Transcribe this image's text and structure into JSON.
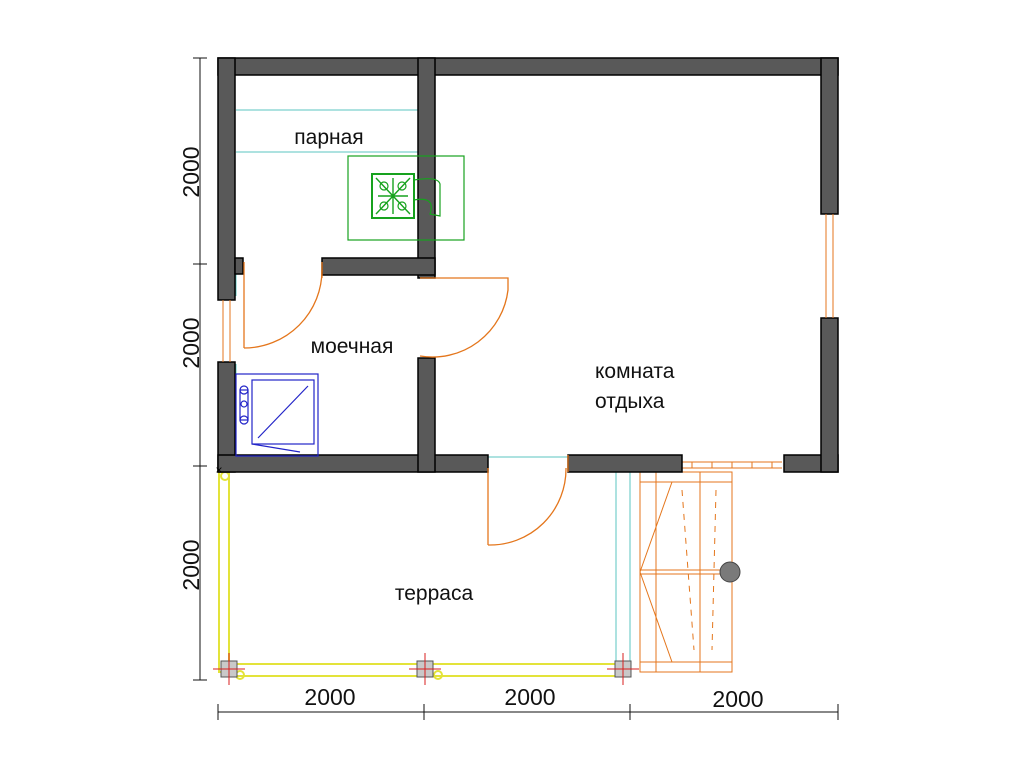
{
  "colors": {
    "wall": "#595959",
    "wall_stroke": "#000000",
    "door": "#e4761c",
    "stove": "#17a21e",
    "shower": "#2224c8",
    "guide": "#5bc6c0",
    "terrace_rail": "#e3e33a",
    "stairs": "#e4761c",
    "post": "#c9c9c9",
    "dimension": "#111111"
  },
  "rooms": {
    "steam_room": "парная",
    "washroom": "моечная",
    "rest_room_line1": "комната",
    "rest_room_line2": "отдыха",
    "terrace": "терраса"
  },
  "dimensions": {
    "bottom": [
      "2000",
      "2000",
      "2000"
    ],
    "left": [
      "2000",
      "2000",
      "2000"
    ]
  },
  "icons": {
    "stove": "sauna-stove-icon",
    "shower": "shower-cabin-icon",
    "post": "terrace-post-icon",
    "lamp": "lamp-icon"
  }
}
